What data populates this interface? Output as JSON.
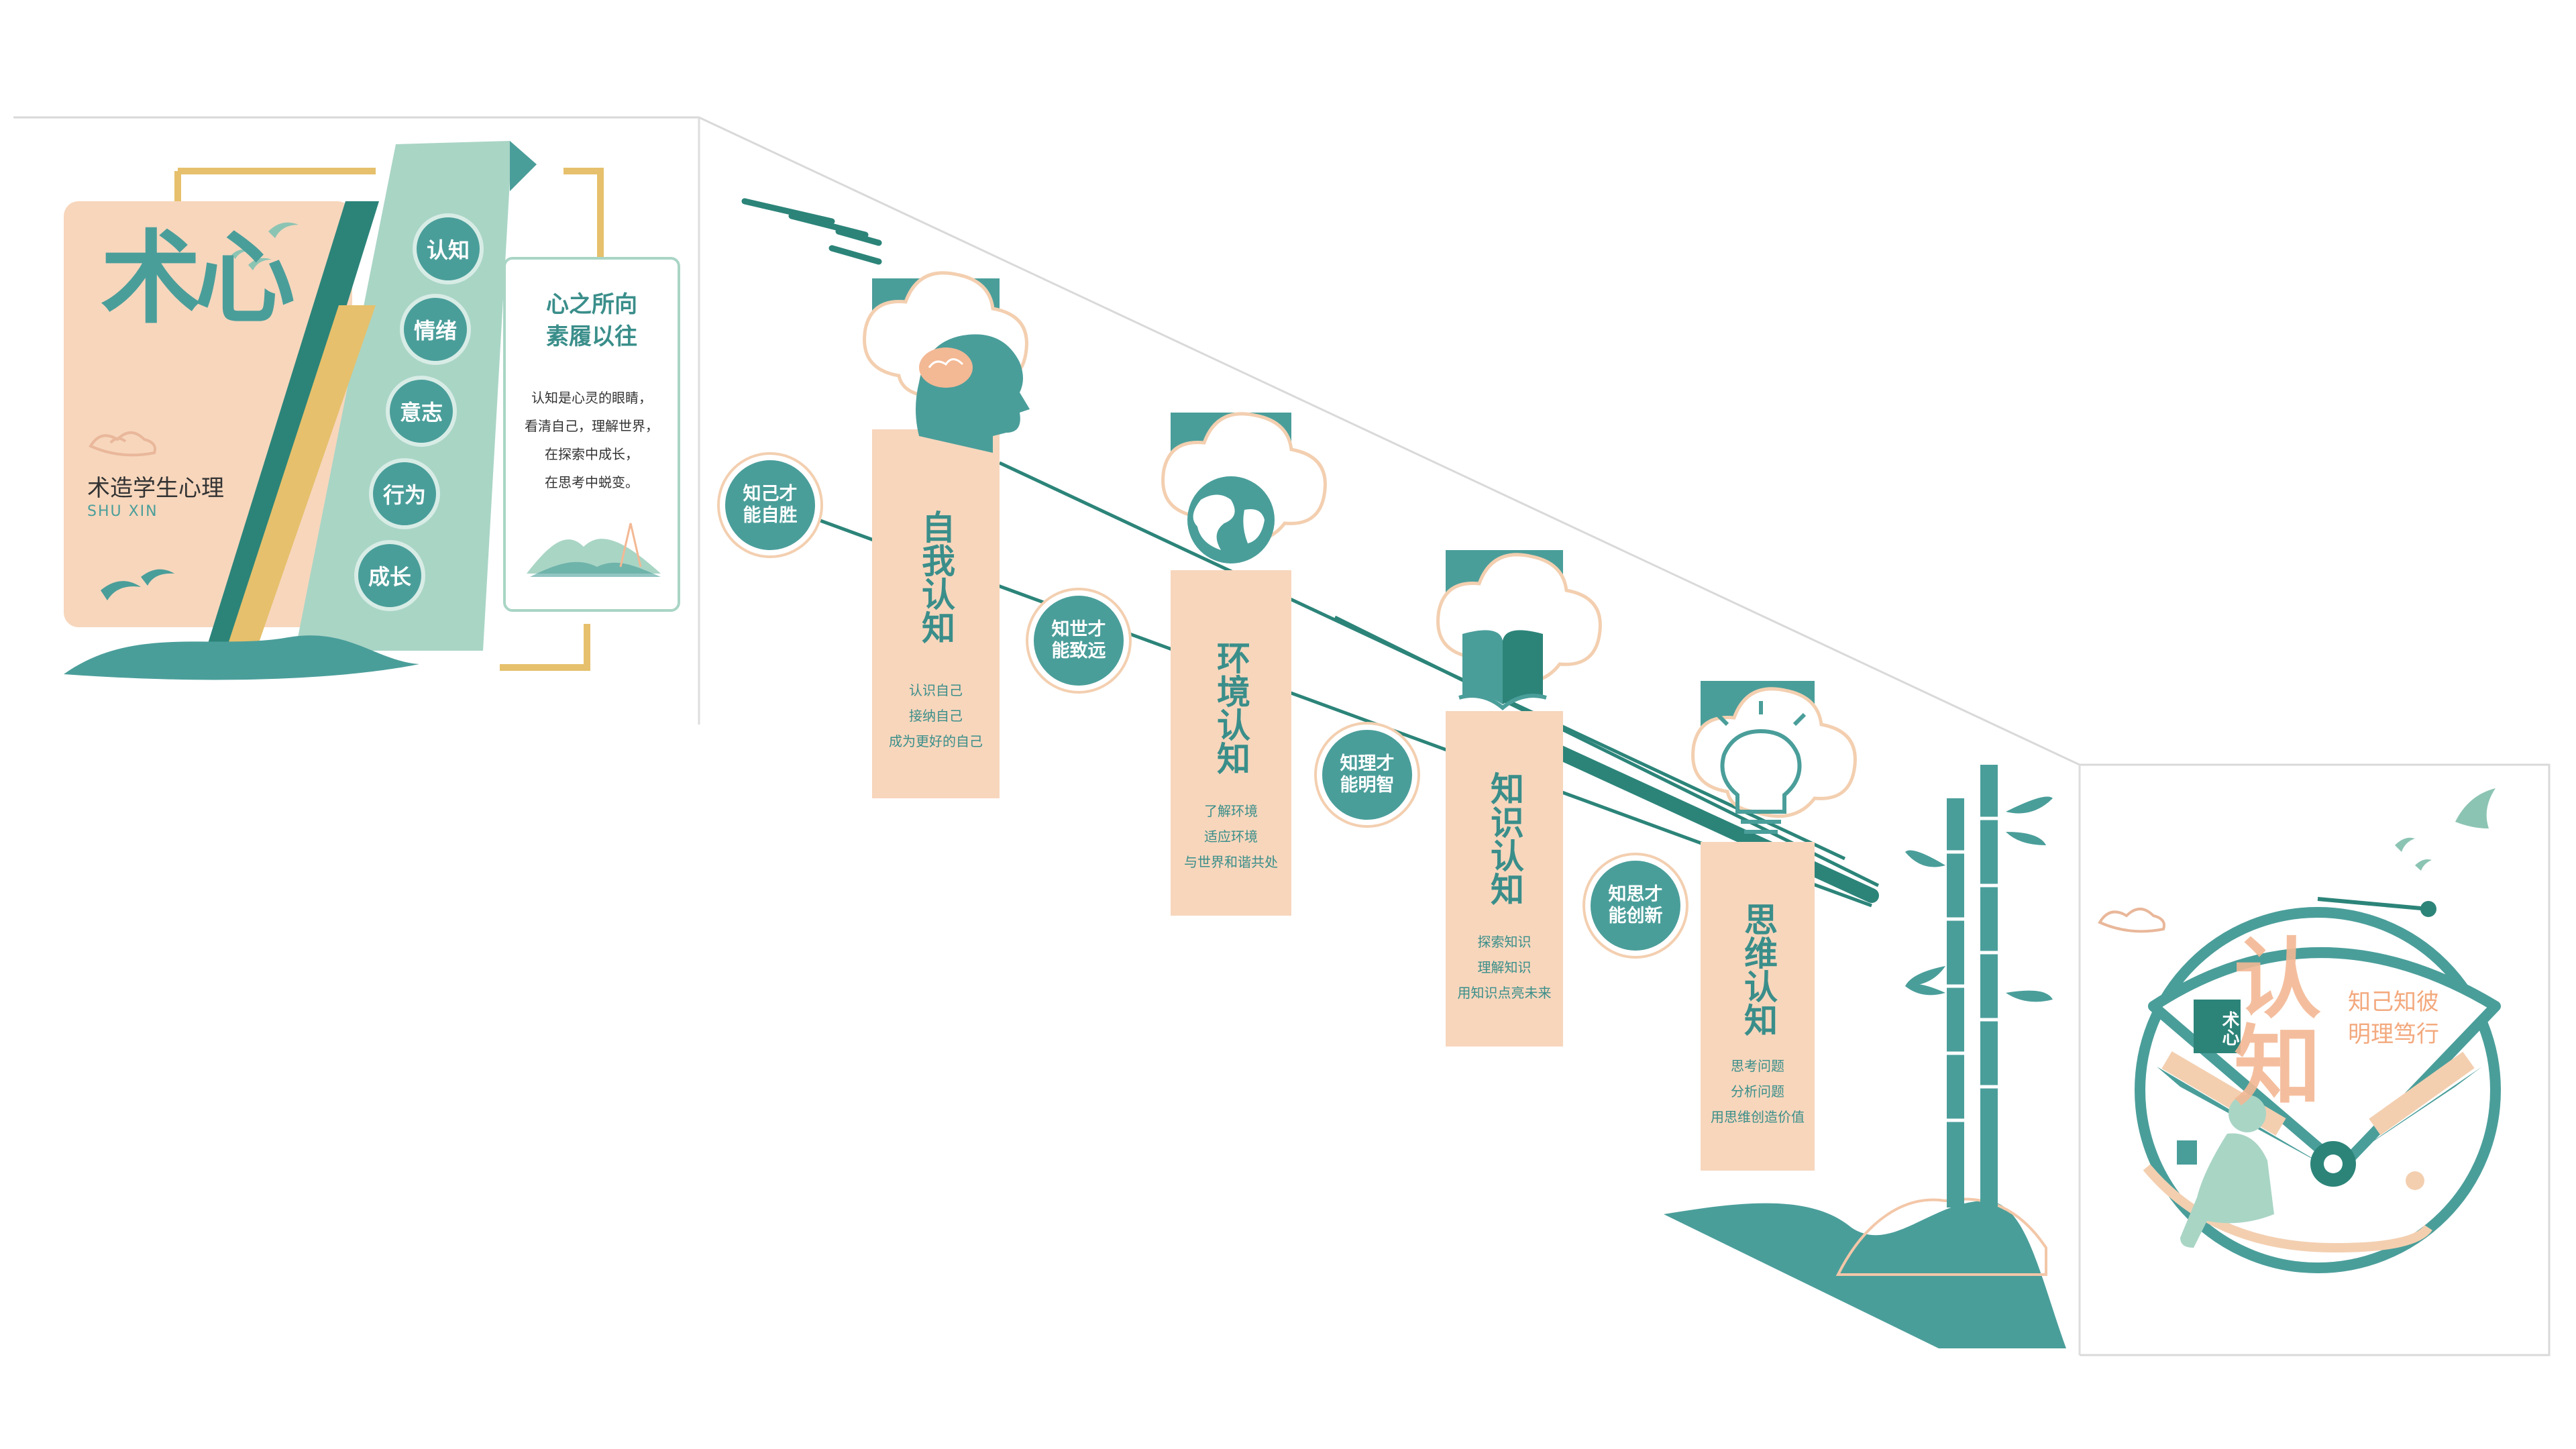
{
  "colors": {
    "teal": "#4a9e9a",
    "teal_dark": "#2c8479",
    "peach": "#f7d6bc",
    "gold": "#e6c06c",
    "mint": "#a9d5c5"
  },
  "left_panel": {
    "logo": "术心",
    "subtitle": "术造学生心理",
    "subtitle_en": "SHU XIN",
    "topics": [
      "认知",
      "情绪",
      "意志",
      "行为",
      "成长"
    ],
    "card_title_line1": "心之所向",
    "card_title_line2": "素履以往",
    "card_lines": [
      "认知是心灵的眼睛，",
      "看清自己，理解世界，",
      "在探索中成长，",
      "在思考中蜕变。"
    ]
  },
  "banners": [
    {
      "title": "自我认知",
      "icon": "brain-head-icon",
      "lines": [
        "认识自己",
        "接纳自己",
        "成为更好的自己"
      ]
    },
    {
      "title": "环境认知",
      "icon": "globe-icon",
      "lines": [
        "了解环境",
        "适应环境",
        "与世界和谐共处"
      ]
    },
    {
      "title": "知识认知",
      "icon": "open-book-icon",
      "lines": [
        "探索知识",
        "理解知识",
        "用知识点亮未来"
      ]
    },
    {
      "title": "思维认知",
      "icon": "lightbulb-icon",
      "lines": [
        "思考问题",
        "分析问题",
        "用思维创造价值"
      ]
    }
  ],
  "mottos": [
    "知己才能自胜",
    "知世才能致远",
    "知理才能明智",
    "知思才能创新"
  ],
  "right_panel": {
    "badge": "术心",
    "big_text": "认知",
    "slogan_line1": "知己知彼",
    "slogan_line2": "明理笃行"
  }
}
